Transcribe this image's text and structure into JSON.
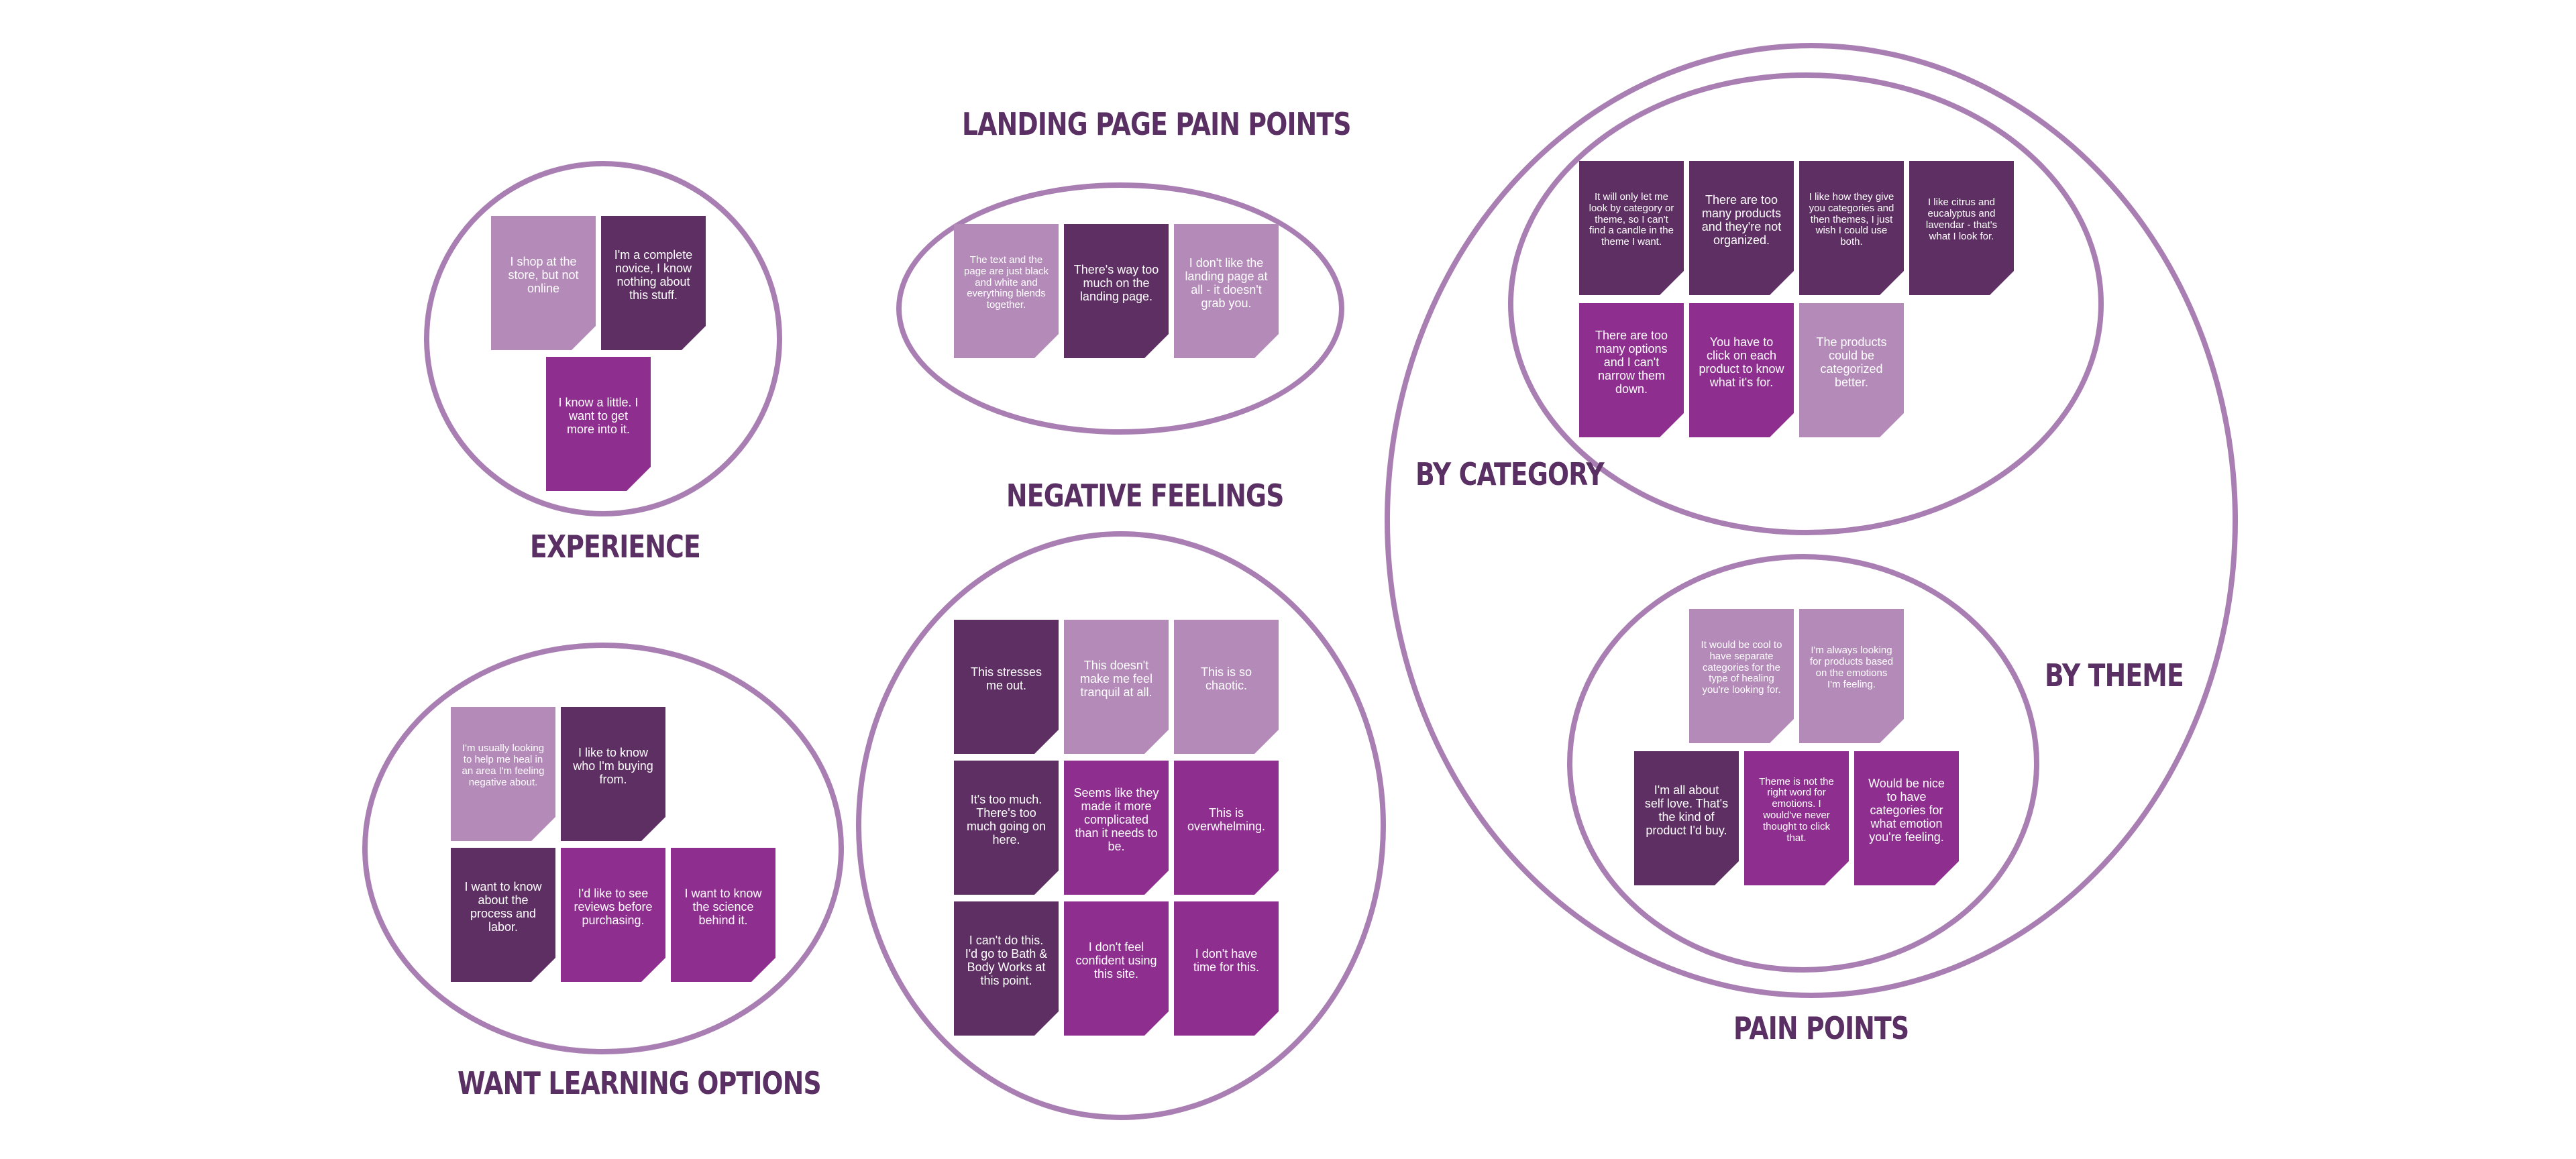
{
  "groups": {
    "experience": {
      "title": "EXPERIENCE",
      "notes": [
        {
          "text": "I shop at the store, but not online",
          "color": "#b38ab8"
        },
        {
          "text": "I'm a complete novice, I know nothing about this stuff.",
          "color": "#5e2f62"
        },
        {
          "text": "I know a little. I want to get more into it.",
          "color": "#8e2e8f"
        }
      ]
    },
    "landing": {
      "title": "LANDING PAGE PAIN POINTS",
      "notes": [
        {
          "text": "The text and the page are just black and white and everything blends together.",
          "color": "#b38ab8"
        },
        {
          "text": "There's way too much on the landing page.",
          "color": "#5e2f62"
        },
        {
          "text": "I don't like the landing page at all - it doesn't grab you.",
          "color": "#b38ab8"
        }
      ]
    },
    "negative": {
      "title": "NEGATIVE FEELINGS",
      "notes": [
        {
          "text": "This stresses me out.",
          "color": "#5e2f62"
        },
        {
          "text": "This doesn't make me feel tranquil at all.",
          "color": "#b38ab8"
        },
        {
          "text": "This is so chaotic.",
          "color": "#b38ab8"
        },
        {
          "text": "It's too much. There's too much going on here.",
          "color": "#5e2f62"
        },
        {
          "text": "Seems like they made it more complicated than it needs to be.",
          "color": "#8e2e8f"
        },
        {
          "text": "This is overwhelming.",
          "color": "#8e2e8f"
        },
        {
          "text": "I can't do this. I'd go to Bath & Body Works at this point.",
          "color": "#5e2f62"
        },
        {
          "text": "I don't feel confident using this site.",
          "color": "#8e2e8f"
        },
        {
          "text": "I don't have time for this.",
          "color": "#8e2e8f"
        }
      ]
    },
    "learning": {
      "title": "WANT LEARNING OPTIONS",
      "notes": [
        {
          "text": "I'm usually looking to help me heal in an area I'm feeling negative about.",
          "color": "#b38ab8"
        },
        {
          "text": "I like to know who I'm buying from.",
          "color": "#5e2f62"
        },
        {
          "text": "I want to know about the process and labor.",
          "color": "#5e2f62"
        },
        {
          "text": "I'd like to see reviews before purchasing.",
          "color": "#8e2e8f"
        },
        {
          "text": "I want to know the science behind it.",
          "color": "#8e2e8f"
        }
      ]
    },
    "pain": {
      "title": "PAIN POINTS",
      "category": {
        "title": "BY CATEGORY",
        "notes": [
          {
            "text": "It will only let me look by category or theme, so I can't find a candle in the theme I want.",
            "color": "#5e2f62"
          },
          {
            "text": "There are too many products and they're not organized.",
            "color": "#5e2f62"
          },
          {
            "text": "I like how they give you categories and then themes, I just wish I could use both.",
            "color": "#5e2f62"
          },
          {
            "text": "I like citrus and eucalyptus and lavendar - that's what I look for.",
            "color": "#5e2f62"
          },
          {
            "text": "There are too many options and I can't narrow them down.",
            "color": "#8e2e8f"
          },
          {
            "text": "You have to click on each product to know what it's for.",
            "color": "#8e2e8f"
          },
          {
            "text": "The products could be categorized better.",
            "color": "#b38ab8"
          }
        ]
      },
      "theme": {
        "title": "BY THEME",
        "notes": [
          {
            "text": "It would be cool to have separate categories for the type of healing you're looking for.",
            "color": "#b38ab8"
          },
          {
            "text": "I'm always looking for products based on the emotions I'm feeling.",
            "color": "#b38ab8"
          },
          {
            "text": "I'm all about self love. That's the kind of product I'd buy.",
            "color": "#5e2f62"
          },
          {
            "text": "Theme is not the right word for emotions. I would've never thought to click that.",
            "color": "#8e2e8f"
          },
          {
            "text": "Would be nice to have categories for what emotion you're feeling.",
            "color": "#8e2e8f"
          }
        ]
      }
    }
  }
}
